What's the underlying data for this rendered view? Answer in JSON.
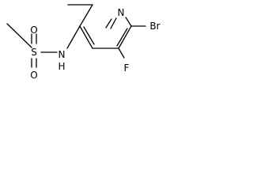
{
  "molecule": {
    "atoms": {
      "n_ring": "N",
      "bromine": "Br",
      "fluorine": "F",
      "nh": "N",
      "h": "H",
      "sulfur": "S",
      "oxygen_top": "O",
      "oxygen_bottom": "O"
    }
  }
}
